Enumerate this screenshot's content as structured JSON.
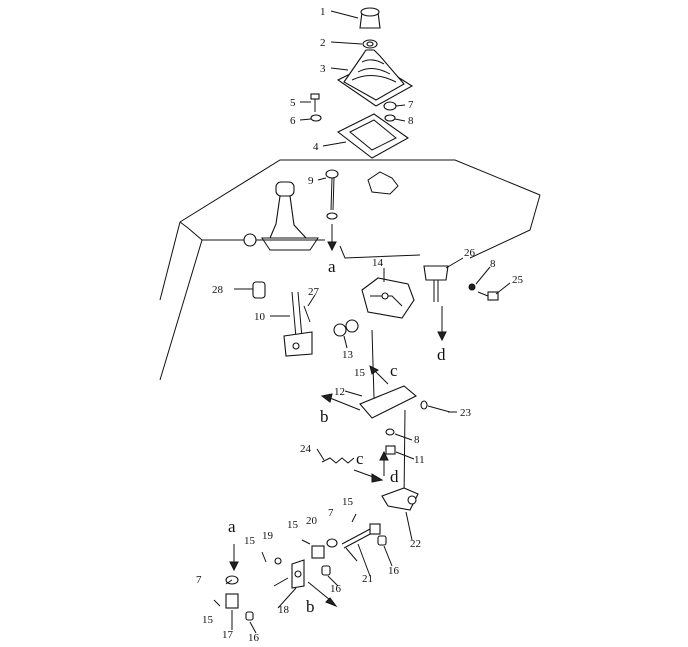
{
  "diagram": {
    "part_numbers": [
      "1",
      "2",
      "3",
      "4",
      "5",
      "6",
      "7",
      "8",
      "9",
      "10",
      "11",
      "12",
      "13",
      "14",
      "15",
      "16",
      "17",
      "18",
      "19",
      "20",
      "21",
      "22",
      "23",
      "24",
      "25",
      "26",
      "27",
      "28"
    ],
    "arrow_letters": [
      "a",
      "b",
      "c",
      "d"
    ]
  }
}
